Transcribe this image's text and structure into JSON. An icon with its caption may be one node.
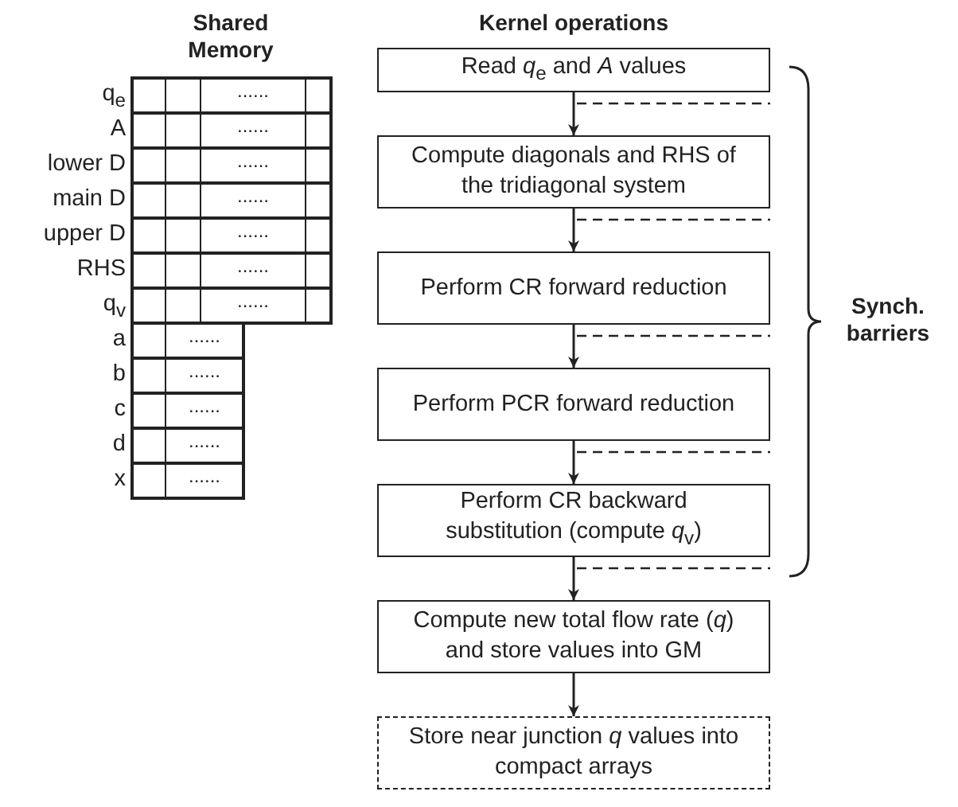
{
  "diagram": {
    "nodes": [
      {
        "text": [
          "Read *q*$_{e}$ and *A* values"
        ]
      },
      {
        "text": [
          "Compute diagonals and RHS of the tridiagonal system"
        ]
      },
      {
        "text": [
          "Perform CR forward reduction"
        ]
      },
      {
        "text": [
          "Perform PCR forward reduction"
        ]
      },
      {
        "text": [
          "Perform CR backward substitution (compute *q*$_{v}$)"
        ]
      },
      {
        "text": [
          "Compute new total flow rate (*q*) and store values into GM"
        ]
      },
      {
        "text": [
          "Store near junction *q* values into compact arrays"
        ]
      }
    ],
    "edges": [
      {
        "from": 0,
        "to": 1,
        "arrow": "to"
      },
      {
        "from": 1,
        "to": 2,
        "arrow": "to"
      },
      {
        "from": 2,
        "to": 3,
        "arrow": "to"
      },
      {
        "from": 3,
        "to": 4,
        "arrow": "to"
      },
      {
        "from": 4,
        "to": 5,
        "arrow": "to"
      },
      {
        "from": 5,
        "to": 6,
        "arrow": "to"
      }
    ],
    "labels": [
      "Shared Memory",
      "Kernel operations",
      "q$_{e}$",
      "......",
      "A",
      "......",
      "lower D",
      "......",
      "main D",
      "......",
      "upper D",
      "......",
      "RHS",
      "......",
      "q$_{v}$",
      "......",
      "a",
      "......",
      "b",
      "......",
      "c",
      "......",
      "d",
      "......",
      "x",
      "......",
      "Synch. barriers"
    ]
  }
}
